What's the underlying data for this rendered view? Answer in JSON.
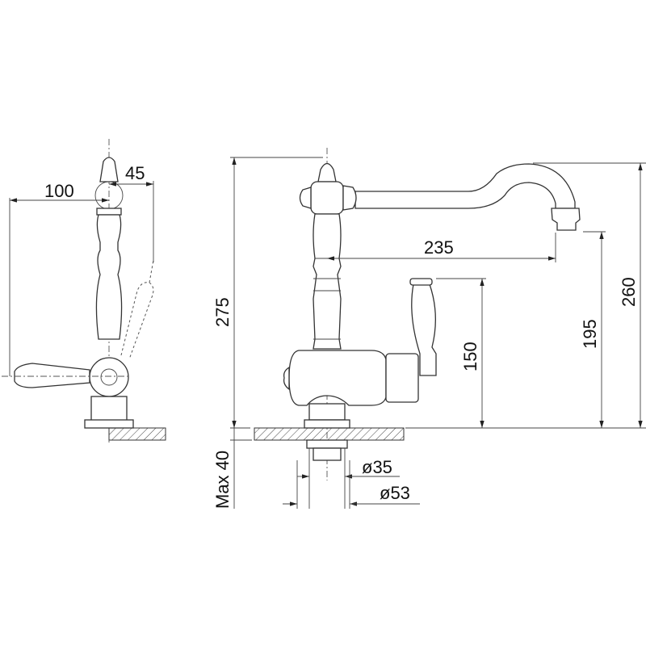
{
  "drawing": {
    "side_view": {
      "dim_handle_reach": "100",
      "dim_handle_offset": "45"
    },
    "front_view": {
      "dim_total_height": "275",
      "dim_spout_reach": "235",
      "dim_handle_height": "150",
      "dim_spout_outlet_height": "195",
      "dim_spout_top_height": "260",
      "dim_max_counter_thickness": "Max 40",
      "dim_hole_diameter": "ø35",
      "dim_base_diameter": "ø53"
    },
    "colors": {
      "line": "#333333",
      "background": "#ffffff"
    }
  }
}
